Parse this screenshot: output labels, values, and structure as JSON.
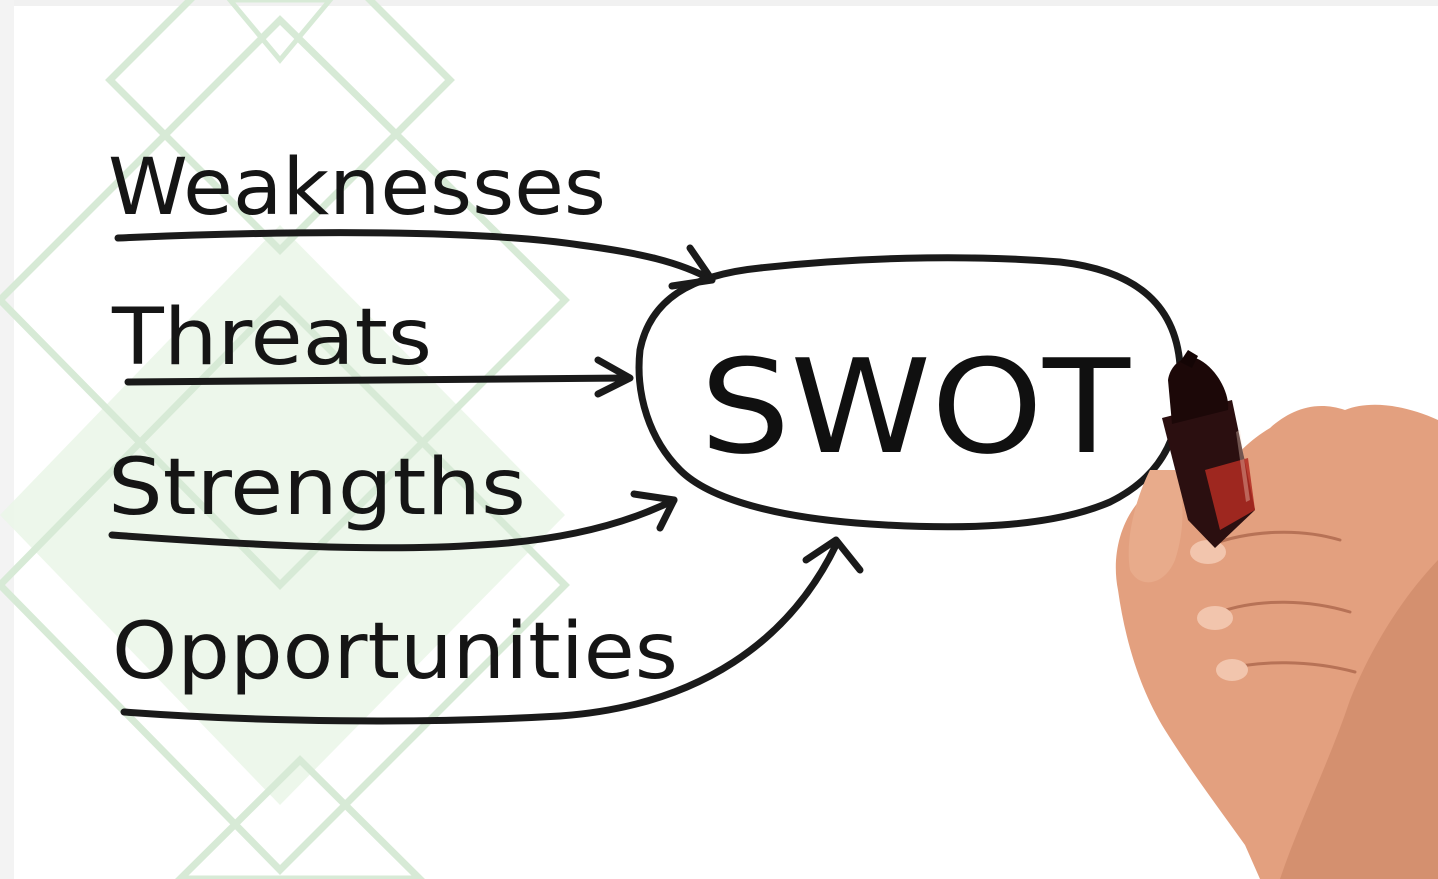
{
  "diagram": {
    "center": "SWOT",
    "items": [
      {
        "label": "Weaknesses"
      },
      {
        "label": "Threats"
      },
      {
        "label": "Strengths"
      },
      {
        "label": "Opportunities"
      }
    ]
  },
  "colors": {
    "ink": "#1a1a1a",
    "background": "#ffffff",
    "decor_green": "#d7ead6",
    "decor_fill": "#e8f5e6",
    "skin": "#e6a887",
    "marker_body": "#2b0f10",
    "marker_red": "#b32b22"
  },
  "icons": {
    "hand": "hand-holding-marker-icon",
    "marker": "marker-icon"
  }
}
